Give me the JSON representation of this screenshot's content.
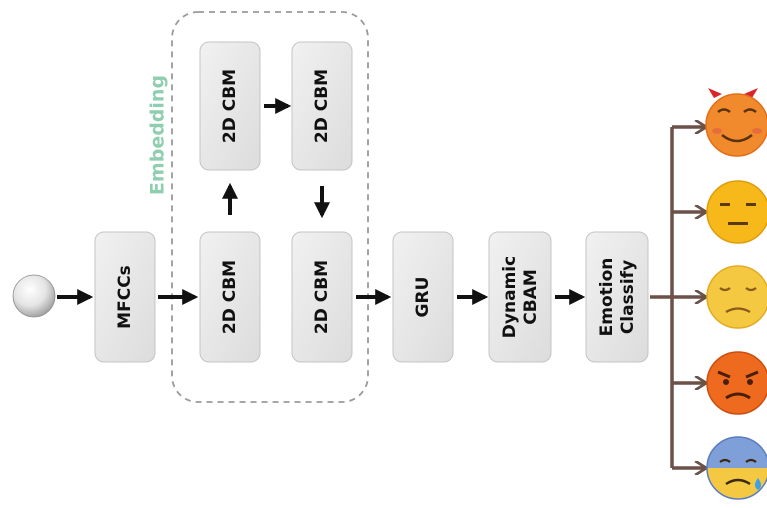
{
  "embedding_group": {
    "label": "Embedding",
    "label_color": "#8fcfb0",
    "border_color": "#9a9a9a"
  },
  "blocks": {
    "mfccs": "MFCCs",
    "cbm_1": "2D CBM",
    "cbm_2": "2D CBM",
    "cbm_3": "2D CBM",
    "cbm_4": "2D CBM",
    "gru": "GRU",
    "cbam_line1": "Dynamic",
    "cbam_line2": "CBAM",
    "classify_line1": "Emotion",
    "classify_line2": "Classify"
  },
  "colors": {
    "arrow": "#111111",
    "branch": "#6b5147",
    "block_fill": "#e6e6e6",
    "block_edge": "#c4c4c4"
  },
  "outputs": [
    {
      "icon": "smiling-face-with-horns-icon",
      "color": "#f08a2c"
    },
    {
      "icon": "expressionless-face-icon",
      "color": "#f7b919"
    },
    {
      "icon": "relieved-sad-face-icon",
      "color": "#f5c842"
    },
    {
      "icon": "angry-face-icon",
      "color": "#ee6a1f"
    },
    {
      "icon": "anxious-face-with-sweat-icon",
      "color": "#7f9fd8"
    }
  ]
}
